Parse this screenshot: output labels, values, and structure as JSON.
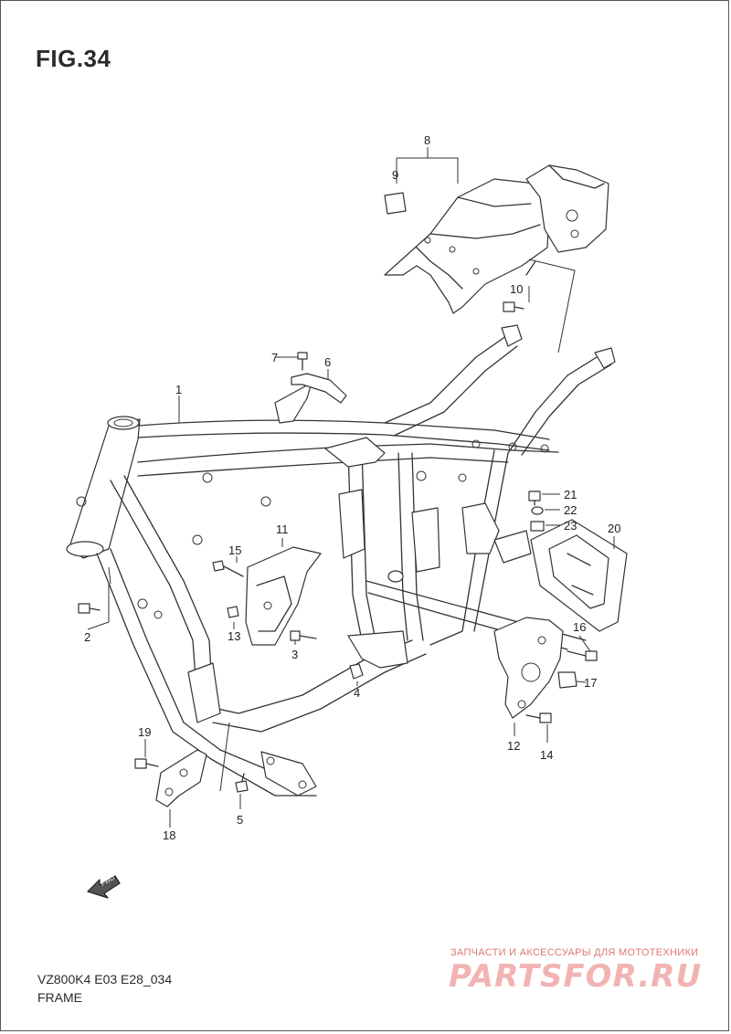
{
  "figure": {
    "title": "FIG.34",
    "model_code": "VZ800K4 E03 E28_034",
    "name": "FRAME"
  },
  "callouts": [
    "1",
    "2",
    "3",
    "4",
    "5",
    "6",
    "7",
    "8",
    "9",
    "10",
    "11",
    "12",
    "13",
    "14",
    "15",
    "16",
    "17",
    "18",
    "19",
    "20",
    "21",
    "22",
    "23"
  ],
  "fwd_label": "FWD",
  "watermark": {
    "tagline": "ЗАПЧАСТИ И АКСЕССУАРЫ ДЛЯ МОТОТЕХНИКИ",
    "logo": "PARTSFOR.RU"
  }
}
